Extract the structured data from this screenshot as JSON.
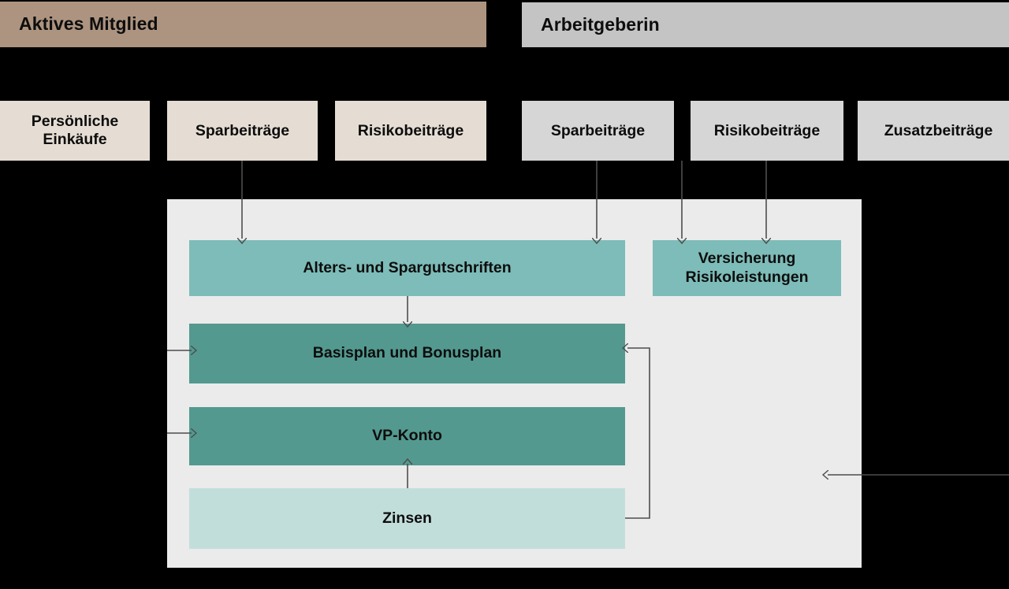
{
  "diagram": {
    "title": "Beitraege und Konten Fluss",
    "background_color": "#000000",
    "panel_color": "#ebebeb"
  },
  "groups": [
    {
      "id": "member",
      "label": "Aktives Mitglied",
      "color": "#ad9480"
    },
    {
      "id": "employer",
      "label": "Arbeitgeberin",
      "color": "#c4c4c4"
    }
  ],
  "contributions": {
    "member": [
      {
        "label": "Persönliche Einkäufe",
        "color": "#e5ddd3"
      },
      {
        "label": "Sparbeiträge",
        "color": "#e5ddd3"
      },
      {
        "label": "Risikobeiträge",
        "color": "#e5ddd3"
      }
    ],
    "employer": [
      {
        "label": "Sparbeiträge",
        "color": "#d6d6d6"
      },
      {
        "label": "Risikobeiträge",
        "color": "#d6d6d6"
      },
      {
        "label": "Zusatzbeiträge",
        "color": "#d6d6d6"
      }
    ]
  },
  "accounts": [
    {
      "id": "alters",
      "label": "Alters- und Spargutschriften",
      "color": "#7dbcb8"
    },
    {
      "id": "basisplan",
      "label": "Basisplan und Bonusplan",
      "color": "#53998f"
    },
    {
      "id": "vpkonto",
      "label": "VP-Konto",
      "color": "#53998f"
    },
    {
      "id": "zinsen",
      "label": "Zinsen",
      "color": "#c2dedb"
    },
    {
      "id": "versicherung",
      "label": "Versicherung\nRisikoleistungen",
      "color": "#7dbcb8"
    }
  ],
  "versicherung_lines": {
    "line1": "Versicherung",
    "line2": "Risikoleistungen"
  },
  "connectors": {
    "stroke_color": "#4d4d4d",
    "items": [
      {
        "name": "member-sparbeitraege-to-alters",
        "direction": "down"
      },
      {
        "name": "employer-sparbeitraege-to-alters",
        "direction": "down"
      },
      {
        "name": "employer-risikobeitraege-to-versicherung",
        "direction": "down"
      },
      {
        "name": "employer-zusatzbeitraege-to-versicherung",
        "direction": "down"
      },
      {
        "name": "alters-to-basisplan",
        "direction": "down"
      },
      {
        "name": "zinsen-to-vpkonto",
        "direction": "up"
      },
      {
        "name": "external-into-basisplan",
        "direction": "right"
      },
      {
        "name": "external-into-vpkonto",
        "direction": "right"
      },
      {
        "name": "zinsen-loop-to-basisplan",
        "direction": "left"
      },
      {
        "name": "external-right-inbound",
        "direction": "left"
      }
    ]
  }
}
